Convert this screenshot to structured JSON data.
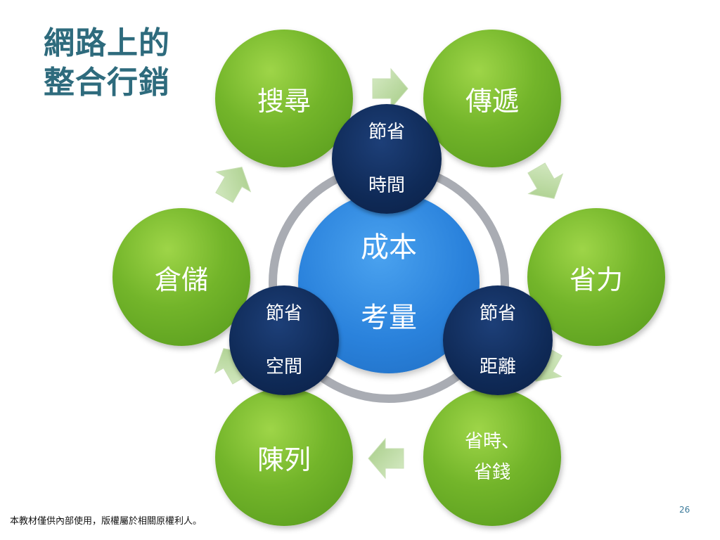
{
  "title": {
    "line1": "網路上的",
    "line2": "整合行銷"
  },
  "center": {
    "line1": "成本",
    "line2": "考量"
  },
  "outer_nodes": [
    {
      "id": "search",
      "label": "搜尋"
    },
    {
      "id": "delivery",
      "label": "傳遞"
    },
    {
      "id": "labor",
      "label": "省力"
    },
    {
      "id": "time-money",
      "line1": "省時、",
      "line2": "省錢"
    },
    {
      "id": "display",
      "label": "陳列"
    },
    {
      "id": "storage",
      "label": "倉儲"
    }
  ],
  "inner_nodes": [
    {
      "id": "save-time",
      "line1": "節省",
      "line2": "時間"
    },
    {
      "id": "save-space",
      "line1": "節省",
      "line2": "空間"
    },
    {
      "id": "save-distance",
      "line1": "節省",
      "line2": "距離"
    }
  ],
  "colors": {
    "title": "#2e6b7d",
    "outer_node": "#73b52a",
    "inner_node": "#0f2a57",
    "center": "#2a82dc",
    "ring": "#a9acb3",
    "arrow": "#b5d49a"
  },
  "footer": "本教材僅供內部使用，版權屬於相關原權利人。",
  "page_number": "26"
}
